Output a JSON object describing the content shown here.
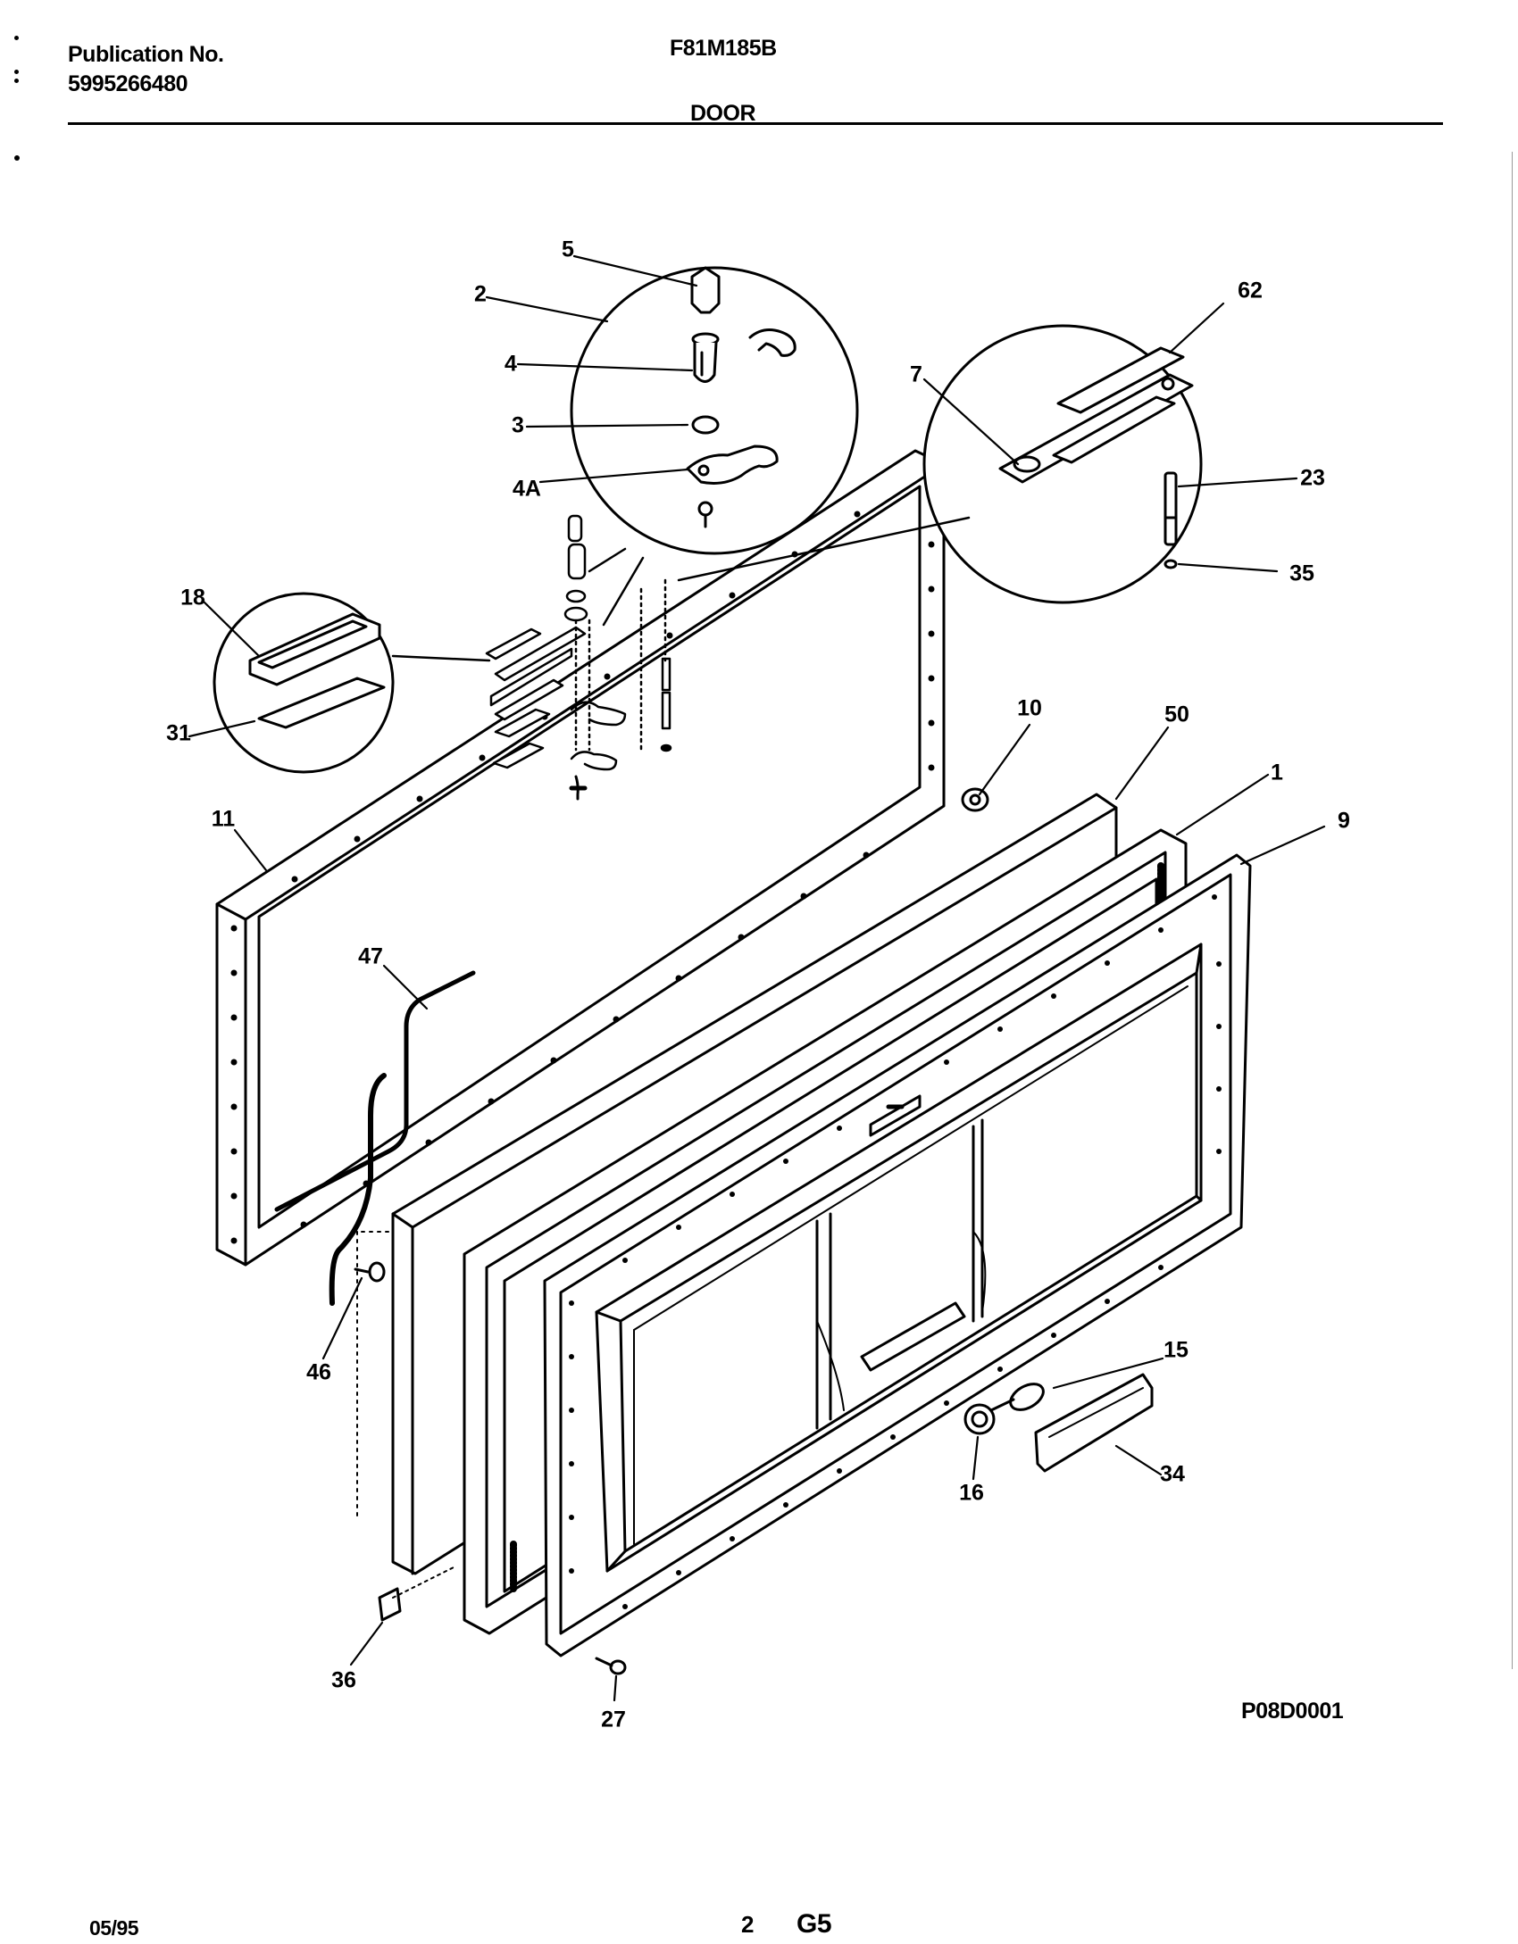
{
  "header": {
    "publication_label": "Publication No.",
    "publication_number": "5995266480",
    "model_number": "F81M185B",
    "section_title": "DOOR"
  },
  "diagram": {
    "figure_code": "P08D0001",
    "callouts": {
      "c5": "5",
      "c2": "2",
      "c4": "4",
      "c3": "3",
      "c4a": "4A",
      "c62": "62",
      "c7": "7",
      "c23": "23",
      "c35": "35",
      "c18": "18",
      "c31": "31",
      "c11": "11",
      "c47": "47",
      "c10": "10",
      "c50": "50",
      "c1": "1",
      "c9": "9",
      "c46": "46",
      "c15": "15",
      "c16": "16",
      "c34": "34",
      "c36": "36",
      "c27": "27"
    }
  },
  "footer": {
    "date_code": "05/95",
    "page_number": "2",
    "page_code": "G5"
  }
}
